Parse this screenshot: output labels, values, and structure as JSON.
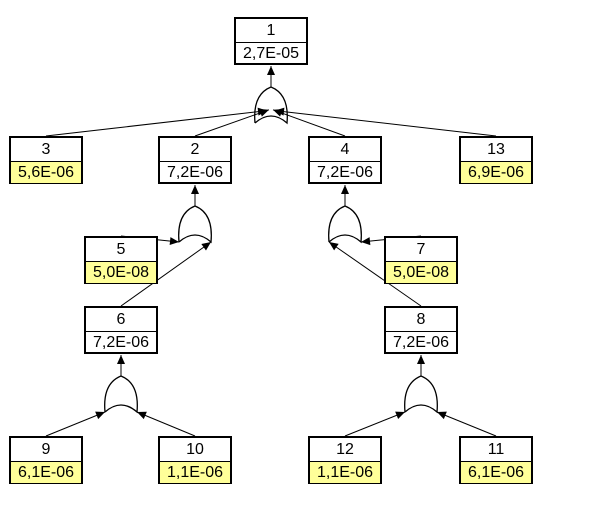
{
  "nodes": [
    {
      "key": "n1",
      "id": "1",
      "value": "2,7E-05",
      "leaf": false
    },
    {
      "key": "n3",
      "id": "3",
      "value": "5,6E-06",
      "leaf": true
    },
    {
      "key": "n2",
      "id": "2",
      "value": "7,2E-06",
      "leaf": false
    },
    {
      "key": "n4",
      "id": "4",
      "value": "7,2E-06",
      "leaf": false
    },
    {
      "key": "n13",
      "id": "13",
      "value": "6,9E-06",
      "leaf": true
    },
    {
      "key": "n5",
      "id": "5",
      "value": "5,0E-08",
      "leaf": true
    },
    {
      "key": "n7",
      "id": "7",
      "value": "5,0E-08",
      "leaf": true
    },
    {
      "key": "n6",
      "id": "6",
      "value": "7,2E-06",
      "leaf": false
    },
    {
      "key": "n8",
      "id": "8",
      "value": "7,2E-06",
      "leaf": false
    },
    {
      "key": "n9",
      "id": "9",
      "value": "6,1E-06",
      "leaf": true
    },
    {
      "key": "n10",
      "id": "10",
      "value": "1,1E-06",
      "leaf": true
    },
    {
      "key": "n12",
      "id": "12",
      "value": "1,1E-06",
      "leaf": true
    },
    {
      "key": "n11",
      "id": "11",
      "value": "6,1E-06",
      "leaf": true
    }
  ],
  "gates": [
    {
      "key": "g1",
      "output": "n1",
      "inputs": [
        "n3",
        "n2",
        "n4",
        "n13"
      ]
    },
    {
      "key": "g2",
      "output": "n2",
      "inputs": [
        "n5",
        "n6"
      ]
    },
    {
      "key": "g4",
      "output": "n4",
      "inputs": [
        "n8",
        "n7"
      ]
    },
    {
      "key": "g6",
      "output": "n6",
      "inputs": [
        "n9",
        "n10"
      ]
    },
    {
      "key": "g8",
      "output": "n8",
      "inputs": [
        "n12",
        "n11"
      ]
    }
  ],
  "colors": {
    "leaf_fill": "#ffff99",
    "line": "#000000"
  }
}
